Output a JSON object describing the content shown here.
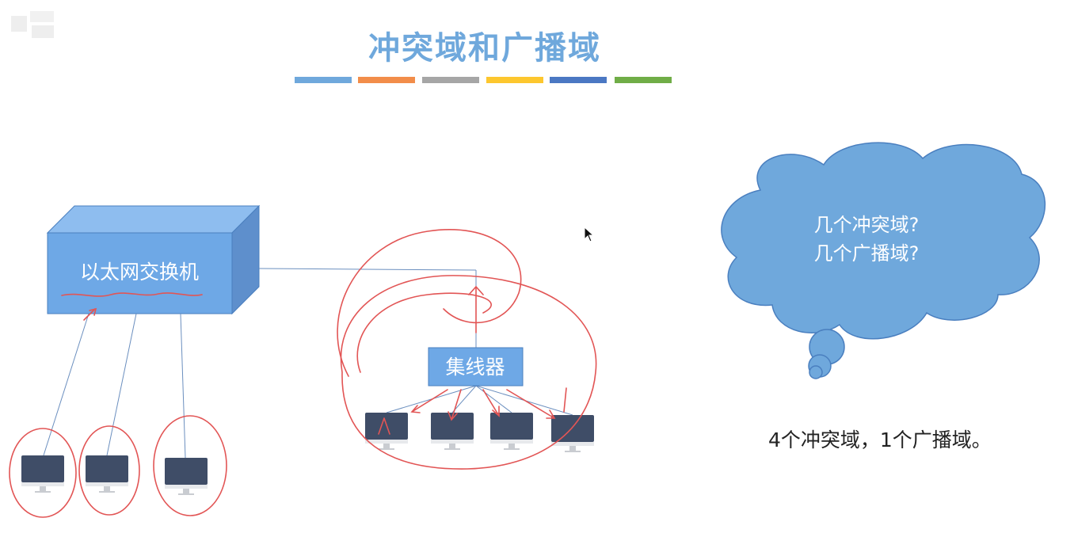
{
  "slide": {
    "title": "冲突域和广播域",
    "accent_colors": [
      "#6fa8dc",
      "#f28d4a",
      "#a6a6a6",
      "#fdc72e",
      "#4b78c3",
      "#70ad47"
    ],
    "answer_text": "4个冲突域，1个广播域。"
  },
  "diagram": {
    "switch_label": "以太网交换机",
    "hub_label": "集线器",
    "cloud_question_1": "几个冲突域?",
    "cloud_question_2": "几个广播域?"
  }
}
